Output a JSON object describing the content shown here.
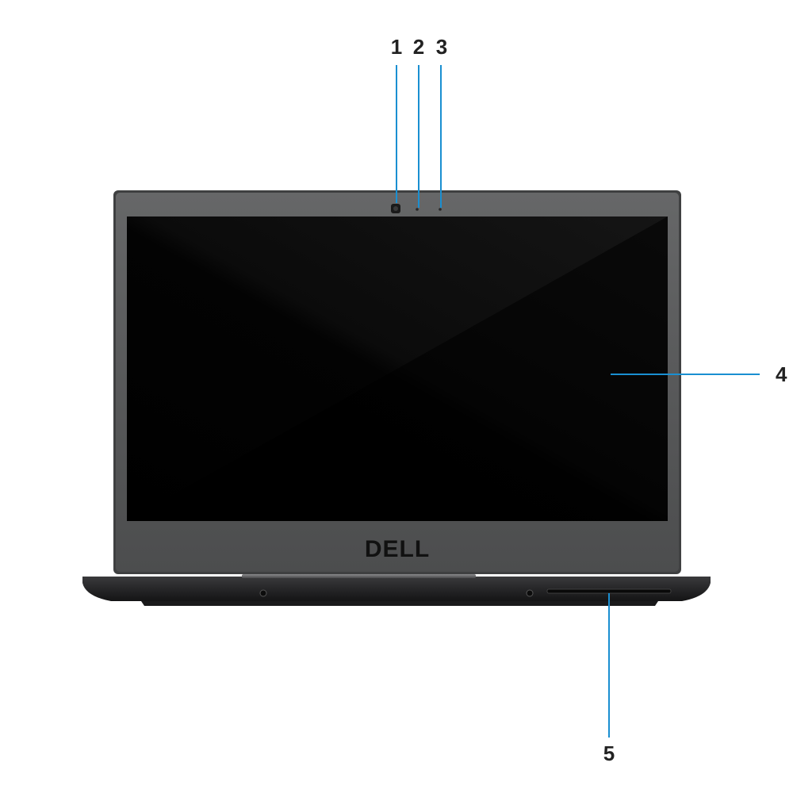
{
  "callouts": [
    {
      "number": "1",
      "target": "camera"
    },
    {
      "number": "2",
      "target": "camera-status-light"
    },
    {
      "number": "3",
      "target": "microphone"
    },
    {
      "number": "4",
      "target": "display-panel"
    },
    {
      "number": "5",
      "target": "smart-card-reader-slot"
    }
  ],
  "device": {
    "logo_text": "DELL"
  },
  "colors": {
    "leader_line": "#1a8fd1",
    "callout_text": "#222222",
    "bezel": "#575859",
    "screen": "#050505",
    "base": "#2b2b2d"
  }
}
